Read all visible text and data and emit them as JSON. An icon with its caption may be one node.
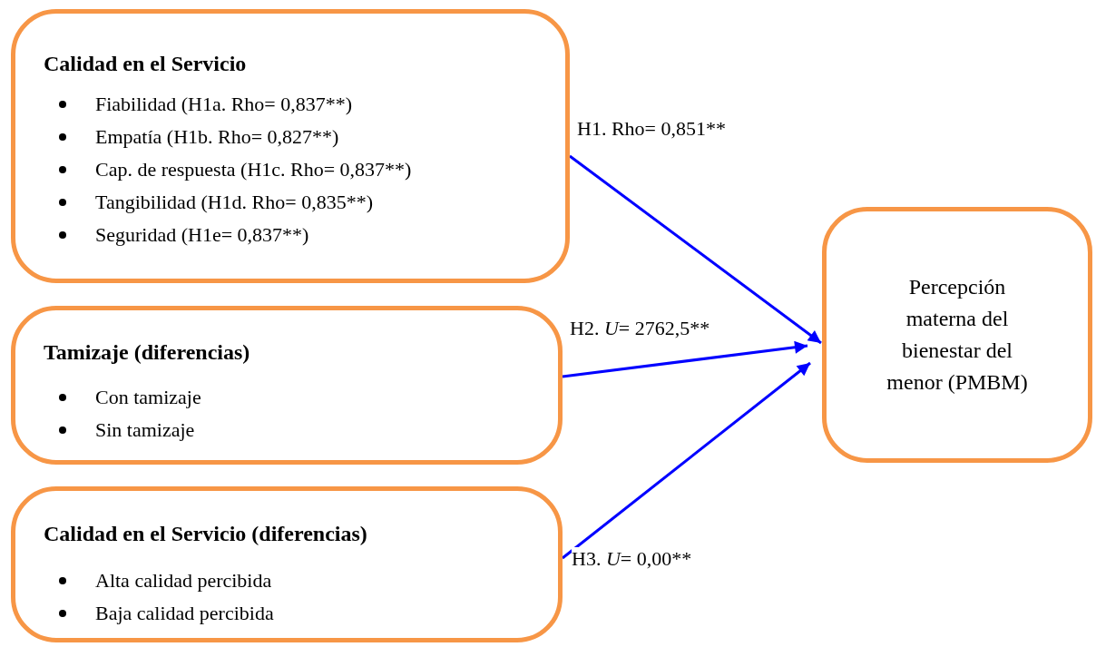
{
  "diagram": {
    "nodes": [
      {
        "text": [
          "Calidad en el Servicio",
          "Fiabilidad (H1a. Rho= 0,837**)",
          "Empatía (H1b. Rho= 0,827**)",
          "Cap. de respuesta (H1c. Rho= 0,837**)",
          "Tangibilidad (H1d. Rho= 0,835**)",
          "Seguridad (H1e= 0,837**)"
        ]
      },
      {
        "text": [
          "Tamizaje (diferencias)",
          "Con tamizaje",
          "Sin tamizaje"
        ]
      },
      {
        "text": [
          "Calidad en el Servicio (diferencias)",
          "Alta calidad percibida",
          "Baja calidad percibida"
        ]
      },
      {
        "text": [
          "Percepción materna del bienestar del menor (PMBM)"
        ]
      }
    ],
    "edges": [
      {
        "from": 0,
        "to": 3,
        "arrow": "to",
        "label": "H1. Rho= 0,851**"
      },
      {
        "from": 1,
        "to": 3,
        "arrow": "to",
        "label": "H2. *U*= 2762,5**"
      },
      {
        "from": 2,
        "to": 3,
        "arrow": "to",
        "label": "H3. *U*= 0,00**"
      }
    ]
  }
}
